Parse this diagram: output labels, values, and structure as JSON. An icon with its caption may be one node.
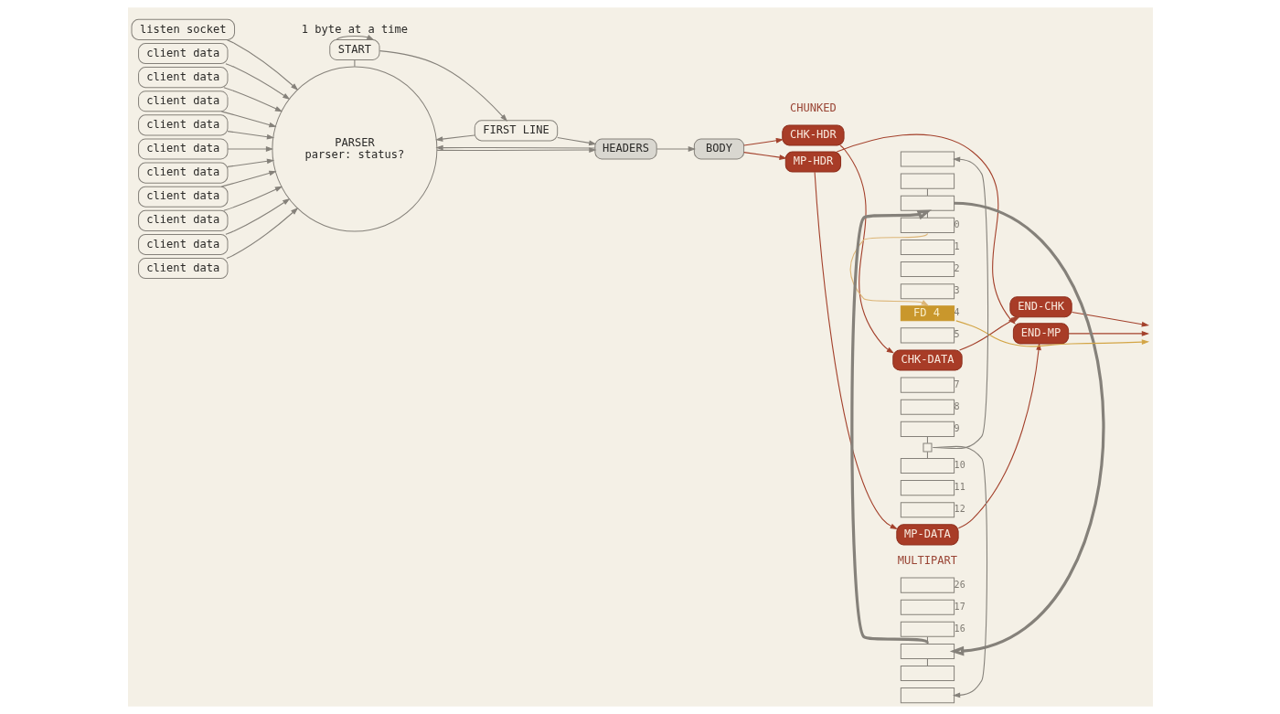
{
  "diagram": {
    "nodes": [
      {
        "text": [
          "listen socket"
        ]
      },
      {
        "text": [
          "client data"
        ]
      },
      {
        "text": [
          "client data"
        ]
      },
      {
        "text": [
          "client data"
        ]
      },
      {
        "text": [
          "client data"
        ]
      },
      {
        "text": [
          "client data"
        ]
      },
      {
        "text": [
          "client data"
        ]
      },
      {
        "text": [
          "client data"
        ]
      },
      {
        "text": [
          "client data"
        ]
      },
      {
        "text": [
          "client data"
        ]
      },
      {
        "text": [
          "client data"
        ]
      },
      {
        "text": [
          "START"
        ]
      },
      {
        "text": [
          "FIRST LINE"
        ]
      },
      {
        "text": [
          "PARSER",
          "parser: status?"
        ]
      },
      {
        "text": [
          "HEADERS"
        ]
      },
      {
        "text": [
          "BODY"
        ]
      },
      {
        "text": [
          "CHK-HDR"
        ]
      },
      {
        "text": [
          "CHK-DATA"
        ]
      },
      {
        "text": [
          "END-CHK"
        ]
      },
      {
        "text": [
          "MP-HDR"
        ]
      },
      {
        "text": [
          "MP-DATA"
        ]
      },
      {
        "text": [
          "END-MP"
        ]
      },
      {
        "text": [],
        "shape": "box"
      },
      {
        "text": [],
        "shape": "box"
      },
      {
        "text": [],
        "shape": "box"
      },
      {
        "text": [],
        "shape": "box",
        "beside": [
          "0"
        ]
      },
      {
        "text": [],
        "shape": "box",
        "beside": [
          "1"
        ]
      },
      {
        "text": [],
        "shape": "box",
        "beside": [
          "2"
        ]
      },
      {
        "text": [],
        "shape": "box",
        "beside": [
          "3"
        ]
      },
      {
        "text": [
          "FD 4"
        ],
        "beside": [
          "4"
        ]
      },
      {
        "text": [],
        "shape": "box",
        "beside": [
          "5"
        ]
      },
      {
        "text": [],
        "shape": "box",
        "beside": [
          "7"
        ]
      },
      {
        "text": [],
        "shape": "box",
        "beside": [
          "8"
        ]
      },
      {
        "text": [],
        "shape": "box",
        "beside": [
          "9"
        ]
      },
      {
        "text": [],
        "shape": "box"
      },
      {
        "text": [],
        "shape": "box",
        "beside": [
          "10"
        ]
      },
      {
        "text": [],
        "shape": "box",
        "beside": [
          "11"
        ]
      },
      {
        "text": [],
        "shape": "box",
        "beside": [
          "12"
        ]
      },
      {
        "text": [],
        "shape": "box",
        "beside": [
          "26"
        ]
      },
      {
        "text": [],
        "shape": "box",
        "beside": [
          "17"
        ]
      },
      {
        "text": [],
        "shape": "box",
        "beside": [
          "16"
        ]
      },
      {
        "text": [],
        "shape": "box"
      },
      {
        "text": [],
        "shape": "box"
      },
      {
        "text": [],
        "shape": "box"
      }
    ],
    "edges": [
      {
        "from": 0,
        "to": 13,
        "arrow": "to"
      },
      {
        "from": 1,
        "to": 13,
        "arrow": "to"
      },
      {
        "from": 2,
        "to": 13,
        "arrow": "to"
      },
      {
        "from": 3,
        "to": 13,
        "arrow": "to"
      },
      {
        "from": 4,
        "to": 13,
        "arrow": "to"
      },
      {
        "from": 5,
        "to": 13,
        "arrow": "to"
      },
      {
        "from": 6,
        "to": 13,
        "arrow": "to"
      },
      {
        "from": 7,
        "to": 13,
        "arrow": "to"
      },
      {
        "from": 8,
        "to": 13,
        "arrow": "to"
      },
      {
        "from": 9,
        "to": 13,
        "arrow": "to"
      },
      {
        "from": 10,
        "to": 13,
        "arrow": "to"
      },
      {
        "from": 11,
        "to": 11,
        "arrow": "to",
        "label": "1 byte at a time"
      },
      {
        "from": 11,
        "to": 12,
        "arrow": "to"
      },
      {
        "from": 11,
        "to": 13,
        "arrow": "none"
      },
      {
        "from": 12,
        "to": 13,
        "arrow": "to"
      },
      {
        "from": 12,
        "to": 14,
        "arrow": "to"
      },
      {
        "from": 13,
        "to": 14,
        "arrow": "to"
      },
      {
        "from": 14,
        "to": 13,
        "arrow": "to"
      },
      {
        "from": 14,
        "to": 15,
        "arrow": "to"
      },
      {
        "from": 15,
        "to": 16,
        "arrow": "to",
        "color": "#a3402b"
      },
      {
        "from": 15,
        "to": 19,
        "arrow": "to",
        "color": "#a3402b"
      },
      {
        "from": 16,
        "to": 17,
        "arrow": "to",
        "color": "#a3402b"
      },
      {
        "from": 17,
        "to": 18,
        "arrow": "to",
        "color": "#a3402b"
      },
      {
        "from": 19,
        "to": 20,
        "arrow": "to",
        "color": "#a3402b"
      },
      {
        "from": 20,
        "to": 21,
        "arrow": "to",
        "color": "#a3402b"
      },
      {
        "from": 19,
        "to": 21,
        "arrow": "to",
        "color": "#a3402b"
      },
      {
        "from": 18,
        "to": null,
        "arrow": "to",
        "color": "#a3402b"
      },
      {
        "from": 21,
        "to": null,
        "arrow": "to",
        "color": "#a3402b"
      },
      {
        "from": 29,
        "to": null,
        "arrow": "to",
        "color": "#d3a546"
      },
      {
        "from": 25,
        "to": 29,
        "arrow": "to",
        "color": "#dcb577"
      },
      {
        "from": 24,
        "to": 41,
        "arrow": "to",
        "style": "thick"
      },
      {
        "from": 41,
        "to": 24,
        "arrow": "to",
        "style": "thick"
      },
      {
        "from": 23,
        "to": 24,
        "arrow": "none"
      },
      {
        "from": 24,
        "to": 25,
        "arrow": "none"
      },
      {
        "from": 33,
        "to": 34,
        "arrow": "none"
      },
      {
        "from": 34,
        "to": 35,
        "arrow": "none"
      },
      {
        "from": 34,
        "to": 22,
        "arrow": "to"
      },
      {
        "from": 34,
        "to": 43,
        "arrow": "to"
      },
      {
        "from": 40,
        "to": 41,
        "arrow": "none"
      },
      {
        "from": 41,
        "to": 42,
        "arrow": "none"
      }
    ],
    "labels": [
      "CHUNKED",
      "MULTIPART"
    ]
  }
}
